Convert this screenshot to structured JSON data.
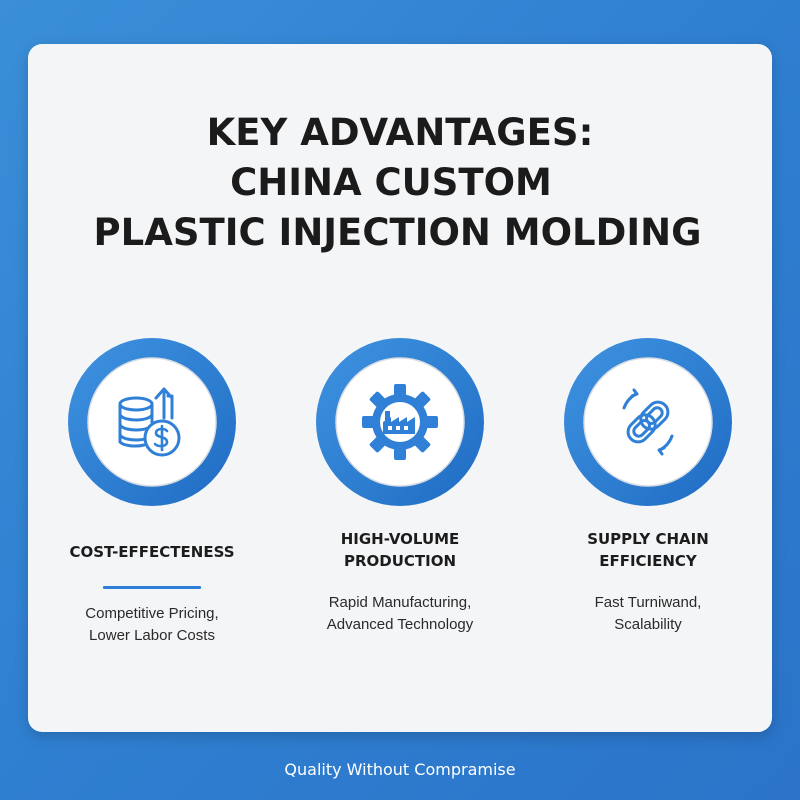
{
  "title": {
    "line1": "KEY ADVANTAGES:",
    "line2": "CHINA CUSTOM",
    "line3": "PLASTIC INJECTION MOLDING"
  },
  "accent_color": "#2f80d6",
  "features": [
    {
      "icon": "coins-dollar-arrow-icon",
      "title_lines": [
        "COST-EFFECTENESS"
      ],
      "desc_lines": [
        "Competitive Pricing,",
        "Lower Labor Costs"
      ]
    },
    {
      "icon": "gear-factory-icon",
      "title_lines": [
        "HIGH-VOLUME",
        "PRODUCTION"
      ],
      "desc_lines": [
        "Rapid Manufacturing,",
        "Advanced Technology"
      ]
    },
    {
      "icon": "chain-link-cycle-icon",
      "title_lines": [
        "SUPPLY CHAIN",
        "EFFICIENCY"
      ],
      "desc_lines": [
        "Fast Turniwand,",
        "Scalability"
      ]
    }
  ],
  "footer": "Quality Without Compramise"
}
